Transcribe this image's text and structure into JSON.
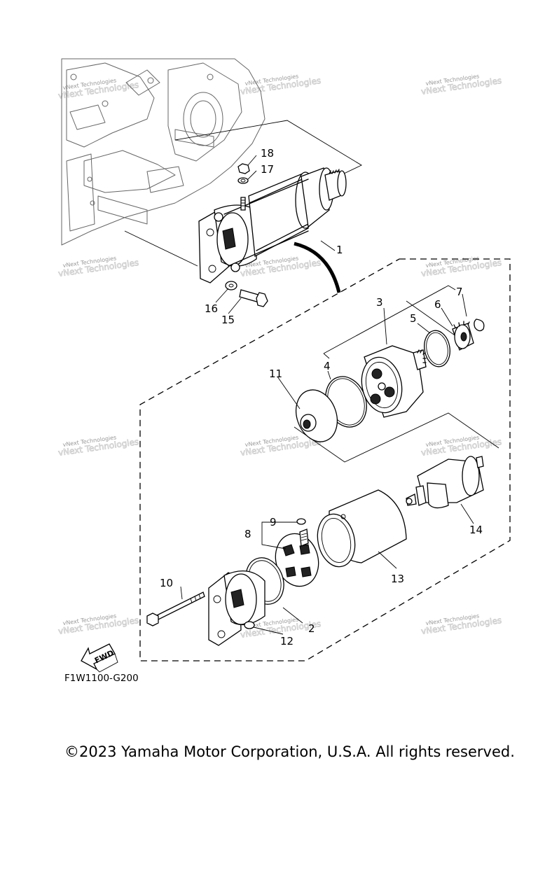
{
  "diagram": {
    "part_code": "F1W1100-G200",
    "direction_label": "FWD",
    "watermark": "vNext Technologies",
    "callouts": [
      {
        "id": "1",
        "label": "1"
      },
      {
        "id": "2",
        "label": "2"
      },
      {
        "id": "3",
        "label": "3"
      },
      {
        "id": "4",
        "label": "4"
      },
      {
        "id": "5",
        "label": "5"
      },
      {
        "id": "6",
        "label": "6"
      },
      {
        "id": "7",
        "label": "7"
      },
      {
        "id": "8",
        "label": "8"
      },
      {
        "id": "9",
        "label": "9"
      },
      {
        "id": "10",
        "label": "10"
      },
      {
        "id": "11",
        "label": "11"
      },
      {
        "id": "12",
        "label": "12"
      },
      {
        "id": "13",
        "label": "13"
      },
      {
        "id": "14",
        "label": "14"
      },
      {
        "id": "15",
        "label": "15"
      },
      {
        "id": "16",
        "label": "16"
      },
      {
        "id": "17",
        "label": "17"
      },
      {
        "id": "18",
        "label": "18"
      }
    ]
  },
  "footer": {
    "copyright": "©2023 Yamaha Motor Corporation, U.S.A. All rights reserved."
  }
}
